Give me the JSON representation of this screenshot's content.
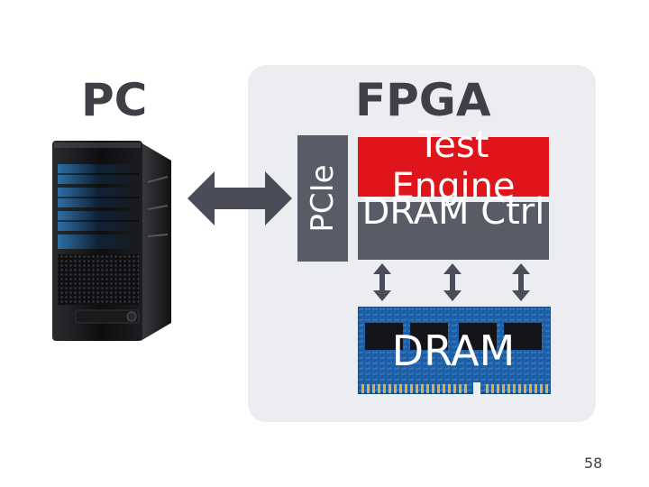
{
  "titles": {
    "pc": "PC",
    "fpga": "FPGA"
  },
  "blocks": {
    "pcie": "PCIe",
    "test_engine": "Test Engine",
    "dram_ctrl": "DRAM Ctrl",
    "dram": "DRAM"
  },
  "colors": {
    "panel": "#ecedf0",
    "dark_block": "#595c66",
    "test_engine": "#e0141b",
    "title": "#3f3f47",
    "pcb": "#1d5fa6"
  },
  "icons": {
    "server": "server-tower-icon",
    "bidirectional_link": "double-arrow-icon",
    "dram_bus_arrows": "vertical-double-arrow-icon"
  },
  "page_number": "58"
}
